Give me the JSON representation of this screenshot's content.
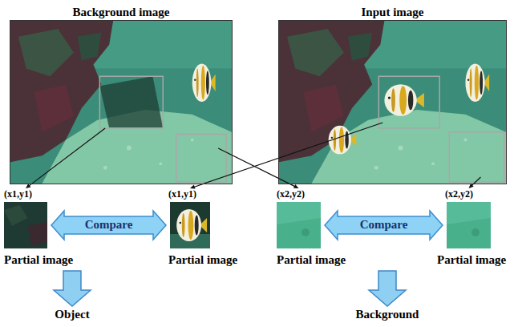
{
  "diagram": {
    "nodes": [
      {
        "text": [
          "Background image"
        ]
      },
      {
        "text": [
          "Input image"
        ]
      },
      {
        "text": [
          "(x1,y1)",
          "Partial image"
        ]
      },
      {
        "text": [
          "(x1,y1)",
          "Partial image"
        ]
      },
      {
        "text": [
          "(x2,y2)",
          "Partial image"
        ]
      },
      {
        "text": [
          "(x2,y2)",
          "Partial image"
        ]
      }
    ],
    "edges": [
      {
        "from": 0,
        "to": 2,
        "arrow": "to"
      },
      {
        "from": 1,
        "to": 3,
        "arrow": "to"
      },
      {
        "from": 0,
        "to": 4,
        "arrow": "to"
      },
      {
        "from": 1,
        "to": 5,
        "arrow": "to"
      },
      {
        "from": 2,
        "to": 3,
        "label": "Compare",
        "arrow": "both"
      },
      {
        "from": 4,
        "to": 5,
        "label": "Compare",
        "arrow": "both"
      }
    ],
    "labels": [
      "Object",
      "Background"
    ]
  }
}
